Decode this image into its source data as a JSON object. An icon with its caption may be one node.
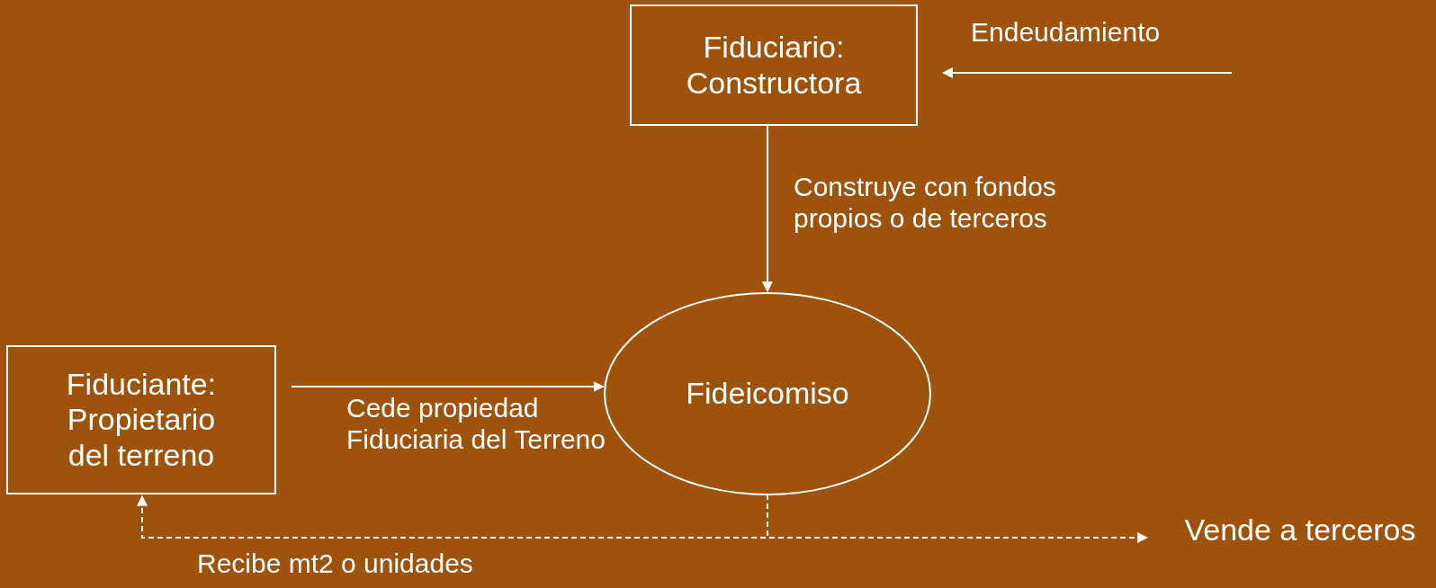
{
  "diagram": {
    "nodes": [
      {
        "text": [
          "Fiduciario: Constructora"
        ]
      },
      {
        "text": [
          "Fideicomiso"
        ]
      },
      {
        "text": [
          "Fiduciante: Propietario del terreno"
        ]
      },
      {
        "text": [
          "Vende a terceros"
        ]
      }
    ],
    "edges": [
      {
        "from": null,
        "to": 0,
        "arrow": "to",
        "label": "Endeudamiento"
      },
      {
        "from": 0,
        "to": 1,
        "arrow": "to",
        "label": "Construye con fondos propios o de terceros"
      },
      {
        "from": 2,
        "to": 1,
        "arrow": "to",
        "label": "Cede propiedad Fiduciaria del Terreno"
      },
      {
        "from": 1,
        "to": 2,
        "arrow": "to",
        "style": "dashed",
        "label": "Recibe mt2 o unidades"
      },
      {
        "from": 1,
        "to": 3,
        "arrow": "to",
        "style": "dashed"
      }
    ]
  }
}
